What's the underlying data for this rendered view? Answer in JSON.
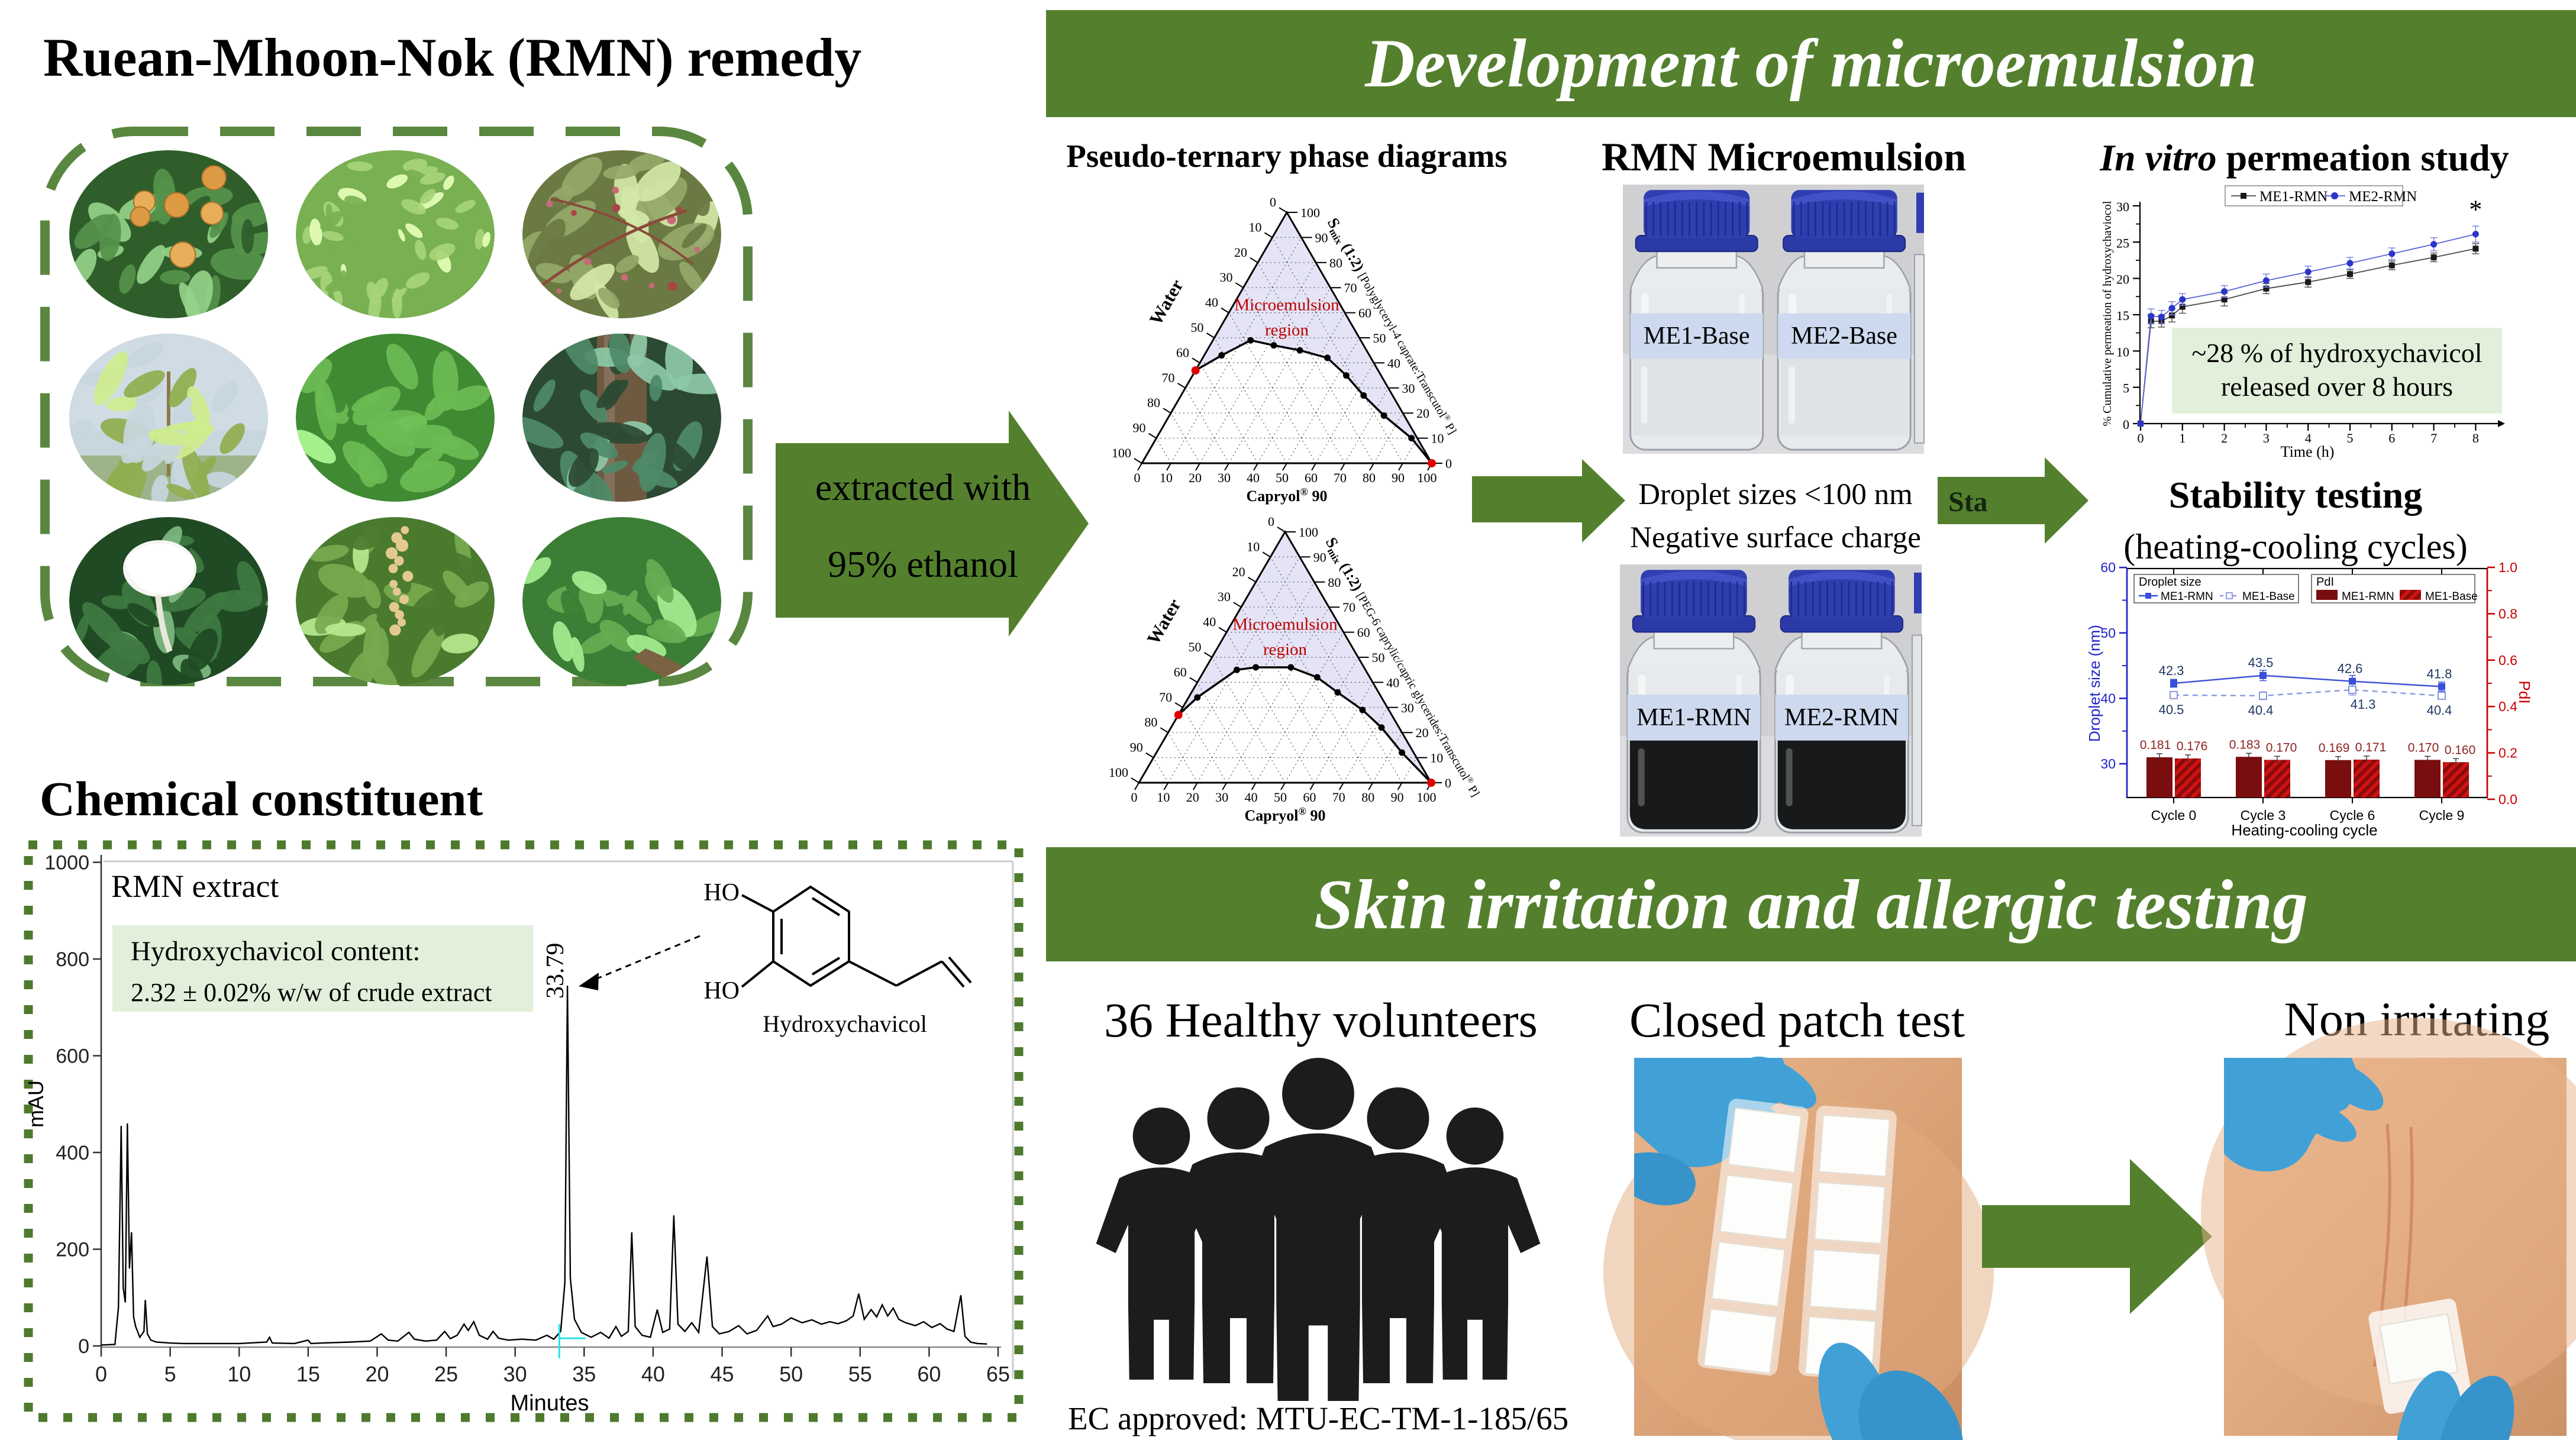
{
  "colors": {
    "banner_green": "#54802e",
    "arrow_green": "#54802e",
    "dash_green": "#5a8740",
    "dot_green": "#4e7a2e",
    "annotation_green": "#e2efda",
    "ternary_fill": "#e4e4f6",
    "region_red": "#c00000",
    "series_black": "#1a1a1a",
    "series_blue": "#2b35c7",
    "stability_blue": "#3a4fd7",
    "bar_maroon": "#7a0d0d",
    "bar_red": "#cf1212",
    "axis_red": "#cc0000",
    "label_navy": "#1f3864",
    "bottle_label_bg": "#ccd9ee",
    "photo_gray": "#d2d2d4",
    "skin": "#dca57f",
    "glove_blue": "#45a5d9"
  },
  "remedy": {
    "title": "Ruean-Mhoon-Nok (RMN) remedy",
    "plants": [
      {
        "name": "plant-fruit-tree",
        "base": "#2f5e2b",
        "accent": "#55934a",
        "type": "fruits"
      },
      {
        "name": "plant-light-shrub",
        "base": "#79b052",
        "accent": "#a7d479",
        "type": "dense"
      },
      {
        "name": "plant-red-stem-shrub",
        "base": "#6b7a42",
        "accent": "#95a86a",
        "type": "buds"
      },
      {
        "name": "plant-sky-sapling",
        "base": "#c8d6de",
        "accent": "#8fae4e",
        "type": "sky"
      },
      {
        "name": "plant-broad-leaves",
        "base": "#3f8a33",
        "accent": "#6dbb53",
        "type": "leaves"
      },
      {
        "name": "plant-vine-trunk",
        "base": "#2c4a33",
        "accent": "#4e8a68",
        "type": "trunk"
      },
      {
        "name": "plant-white-flower",
        "base": "#1f4a24",
        "accent": "#3f7a42",
        "type": "flower"
      },
      {
        "name": "plant-flower-spike",
        "base": "#4a7a2e",
        "accent": "#77a94f",
        "type": "spike"
      },
      {
        "name": "plant-small-bush",
        "base": "#3c7e35",
        "accent": "#66ad52",
        "type": "bush"
      }
    ]
  },
  "extraction": {
    "line1": "extracted with",
    "line2": "95% ethanol"
  },
  "development": {
    "banner": "Development of microemulsion",
    "phase_title": "Pseudo-ternary phase diagrams",
    "micro_title": "RMN Microemulsion",
    "perm_title_italic": "In vitro",
    "perm_title_rest": " permeation study",
    "bottles_top": [
      "ME1-Base",
      "ME2-Base"
    ],
    "bottles_bottom": [
      "ME1-RMN",
      "ME2-RMN"
    ],
    "droplet_line1": "Droplet sizes <100 nm",
    "droplet_line2": "Negative surface charge",
    "perm_annotation1": "~28 % of hydroxychavicol",
    "perm_annotation2": "released over 8 hours",
    "stability_title": "Stability testing",
    "stability_subtitle": "(heating-cooling cycles)",
    "arrow_artifact": "Sta"
  },
  "chemical": {
    "title": "Chemical constituent",
    "sample_label": "RMN extract",
    "annotation1": "Hydroxychavicol content:",
    "annotation2": "2.32 ± 0.02% w/w of crude extract",
    "peak_label": "33.79",
    "structure_label": "Hydroxychavicol",
    "ho_top": "HO",
    "ho_bottom": "HO"
  },
  "skin": {
    "banner": "Skin irritation and allergic testing",
    "volunteers_title": "36 Healthy volunteers",
    "approval": "EC approved: MTU-EC-TM-1-185/65",
    "patch_title": "Closed patch test",
    "result_title": "Non irritating"
  },
  "chart_data": [
    {
      "id": "ternary1",
      "type": "ternary",
      "left_axis": "Water",
      "right_axis_s": "S",
      "right_axis_sub": "mix",
      "right_axis_bold": " (1:2) ",
      "right_axis_rest": "[Polyglyceryl-4 caprate:Transcutol® P]",
      "bottom_axis": "Capryol® 90",
      "region_label1": "Microemulsion",
      "region_label2": "region",
      "tick_step": 10,
      "boundary_capryol_smix": [
        [
          0,
          37
        ],
        [
          6,
          43
        ],
        [
          13,
          49
        ],
        [
          22,
          47
        ],
        [
          32,
          45
        ],
        [
          43,
          42
        ],
        [
          53,
          35
        ],
        [
          63,
          27
        ],
        [
          74,
          19
        ],
        [
          88,
          10
        ],
        [
          100,
          0
        ]
      ]
    },
    {
      "id": "ternary2",
      "type": "ternary",
      "left_axis": "Water",
      "right_axis_s": "S",
      "right_axis_sub": "mix",
      "right_axis_bold": " (1:2) ",
      "right_axis_rest": "[PEG-6 caprylic/capric glycerides:Transcutol® P]",
      "bottom_axis": "Capryol® 90",
      "region_label1": "Microemulsion",
      "region_label2": "region",
      "tick_step": 10,
      "boundary_capryol_smix": [
        [
          0,
          27
        ],
        [
          3,
          34
        ],
        [
          11,
          45
        ],
        [
          17,
          46
        ],
        [
          29,
          46
        ],
        [
          40,
          42
        ],
        [
          50,
          36
        ],
        [
          62,
          29
        ],
        [
          72,
          22
        ],
        [
          84,
          12
        ],
        [
          100,
          0
        ]
      ]
    },
    {
      "id": "permeation",
      "type": "line",
      "xlabel": "Time (h)",
      "ylabel": "% Cumulative permeation of hydroxychaviocol",
      "xlim": [
        0,
        8.5
      ],
      "ylim": [
        0,
        30
      ],
      "xticks": [
        0,
        1,
        2,
        3,
        4,
        5,
        6,
        7,
        8
      ],
      "yticks": [
        0,
        5,
        10,
        15,
        20,
        25,
        30
      ],
      "x": [
        0,
        0.25,
        0.5,
        0.75,
        1,
        2,
        3,
        4,
        5,
        6,
        7,
        8
      ],
      "series": [
        {
          "name": "ME1-RMN",
          "marker": "square",
          "color": "#1a1a1a",
          "values": [
            0,
            14.1,
            14.1,
            14.9,
            16.1,
            17.1,
            18.6,
            19.5,
            20.6,
            21.8,
            22.9,
            24.1
          ],
          "err": [
            0,
            0.9,
            0.8,
            0.9,
            0.9,
            0.9,
            0.7,
            0.7,
            0.6,
            0.6,
            0.6,
            0.7
          ]
        },
        {
          "name": "ME2-RMN",
          "marker": "circle",
          "color": "#2b35c7",
          "values": [
            0,
            14.8,
            14.7,
            15.9,
            17.1,
            18.2,
            19.7,
            20.9,
            22.1,
            23.4,
            24.7,
            26.1
          ],
          "err": [
            0,
            1.0,
            0.9,
            0.9,
            0.8,
            0.8,
            0.9,
            0.8,
            0.8,
            0.8,
            0.9,
            1.1
          ]
        }
      ],
      "significance": "*"
    },
    {
      "id": "stability",
      "type": "combo",
      "categories": [
        "Cycle 0",
        "Cycle 3",
        "Cycle 6",
        "Cycle 9"
      ],
      "xlabel": "Heating-cooling cycle",
      "left_ylabel": "Droplet size (nm)",
      "right_ylabel": "PdI",
      "left_ticks": [
        30,
        40,
        50,
        60
      ],
      "right_ticks": [
        "0.0",
        "0.2",
        "0.4",
        "0.6",
        "0.8",
        "1.0"
      ],
      "legend_left_title": "Droplet size",
      "legend_right_title": "PdI",
      "lines": [
        {
          "name": "ME1-RMN",
          "style": "solid",
          "values": [
            42.3,
            43.5,
            42.6,
            41.8
          ],
          "err": [
            0.6,
            0.8,
            0.9,
            0.7
          ]
        },
        {
          "name": "ME1-Base",
          "style": "dashed",
          "values": [
            40.5,
            40.4,
            41.3,
            40.4
          ],
          "err": [
            0.5,
            0.6,
            0.8,
            0.5
          ]
        }
      ],
      "bars": [
        {
          "name": "ME1-RMN",
          "fill": "solid",
          "values": [
            0.181,
            0.183,
            0.169,
            0.17
          ]
        },
        {
          "name": "ME1-Base",
          "fill": "hatch",
          "values": [
            0.176,
            0.17,
            0.171,
            0.16
          ]
        }
      ]
    },
    {
      "id": "hplc",
      "type": "line",
      "xlabel": "Minutes",
      "ylabel": "mAU",
      "xlim": [
        0,
        65
      ],
      "ylim": [
        0,
        1000
      ],
      "xticks": [
        0,
        5,
        10,
        15,
        20,
        25,
        30,
        35,
        40,
        45,
        50,
        55,
        60,
        65
      ],
      "yticks": [
        0,
        200,
        400,
        600,
        800,
        1000
      ],
      "main_peak": {
        "t": 33.79,
        "mau": 745
      },
      "trace": [
        [
          0,
          2
        ],
        [
          1.0,
          3
        ],
        [
          1.25,
          80
        ],
        [
          1.45,
          455
        ],
        [
          1.6,
          120
        ],
        [
          1.75,
          90
        ],
        [
          1.9,
          460
        ],
        [
          2.05,
          160
        ],
        [
          2.2,
          235
        ],
        [
          2.35,
          60
        ],
        [
          2.5,
          40
        ],
        [
          2.8,
          18
        ],
        [
          3.1,
          30
        ],
        [
          3.2,
          95
        ],
        [
          3.35,
          25
        ],
        [
          3.6,
          12
        ],
        [
          4,
          8
        ],
        [
          5,
          6
        ],
        [
          6,
          5
        ],
        [
          8,
          5
        ],
        [
          10,
          5
        ],
        [
          12,
          8
        ],
        [
          12.2,
          18
        ],
        [
          12.4,
          6
        ],
        [
          14,
          5
        ],
        [
          15,
          12
        ],
        [
          15.2,
          5
        ],
        [
          16,
          6
        ],
        [
          18,
          8
        ],
        [
          19.5,
          10
        ],
        [
          20.3,
          25
        ],
        [
          20.8,
          12
        ],
        [
          21.5,
          10
        ],
        [
          22.3,
          28
        ],
        [
          22.7,
          14
        ],
        [
          23.5,
          10
        ],
        [
          24.3,
          12
        ],
        [
          24.9,
          30
        ],
        [
          25.3,
          15
        ],
        [
          25.8,
          22
        ],
        [
          26.3,
          45
        ],
        [
          26.6,
          32
        ],
        [
          27.0,
          50
        ],
        [
          27.4,
          22
        ],
        [
          28,
          14
        ],
        [
          28.4,
          30
        ],
        [
          28.8,
          16
        ],
        [
          29.5,
          12
        ],
        [
          30.5,
          14
        ],
        [
          31.5,
          12
        ],
        [
          32.3,
          22
        ],
        [
          32.8,
          14
        ],
        [
          33.3,
          30
        ],
        [
          33.6,
          130
        ],
        [
          33.79,
          745
        ],
        [
          34.0,
          140
        ],
        [
          34.3,
          55
        ],
        [
          34.8,
          28
        ],
        [
          35.5,
          18
        ],
        [
          36.2,
          28
        ],
        [
          36.8,
          16
        ],
        [
          37.3,
          40
        ],
        [
          37.7,
          20
        ],
        [
          38.2,
          30
        ],
        [
          38.45,
          235
        ],
        [
          38.7,
          40
        ],
        [
          39.2,
          22
        ],
        [
          39.8,
          18
        ],
        [
          40.3,
          75
        ],
        [
          40.7,
          28
        ],
        [
          41.2,
          35
        ],
        [
          41.5,
          270
        ],
        [
          41.8,
          45
        ],
        [
          42.3,
          30
        ],
        [
          42.8,
          48
        ],
        [
          43.3,
          28
        ],
        [
          43.9,
          185
        ],
        [
          44.3,
          40
        ],
        [
          44.8,
          25
        ],
        [
          45.5,
          30
        ],
        [
          46.2,
          42
        ],
        [
          46.8,
          25
        ],
        [
          47.5,
          32
        ],
        [
          48.3,
          62
        ],
        [
          48.7,
          40
        ],
        [
          49.3,
          45
        ],
        [
          50,
          58
        ],
        [
          50.8,
          48
        ],
        [
          51.5,
          54
        ],
        [
          52.2,
          45
        ],
        [
          52.8,
          50
        ],
        [
          53.4,
          46
        ],
        [
          54,
          52
        ],
        [
          54.5,
          62
        ],
        [
          54.9,
          108
        ],
        [
          55.3,
          55
        ],
        [
          55.8,
          75
        ],
        [
          56.2,
          60
        ],
        [
          56.6,
          85
        ],
        [
          57.0,
          62
        ],
        [
          57.4,
          78
        ],
        [
          57.8,
          55
        ],
        [
          58.3,
          48
        ],
        [
          59,
          42
        ],
        [
          59.6,
          50
        ],
        [
          60.2,
          38
        ],
        [
          60.8,
          46
        ],
        [
          61.3,
          35
        ],
        [
          61.8,
          30
        ],
        [
          62.3,
          105
        ],
        [
          62.6,
          20
        ],
        [
          63,
          8
        ],
        [
          63.5,
          5
        ],
        [
          64.2,
          4
        ]
      ],
      "integration": {
        "x": 33.2,
        "x2": 35.1
      }
    }
  ]
}
